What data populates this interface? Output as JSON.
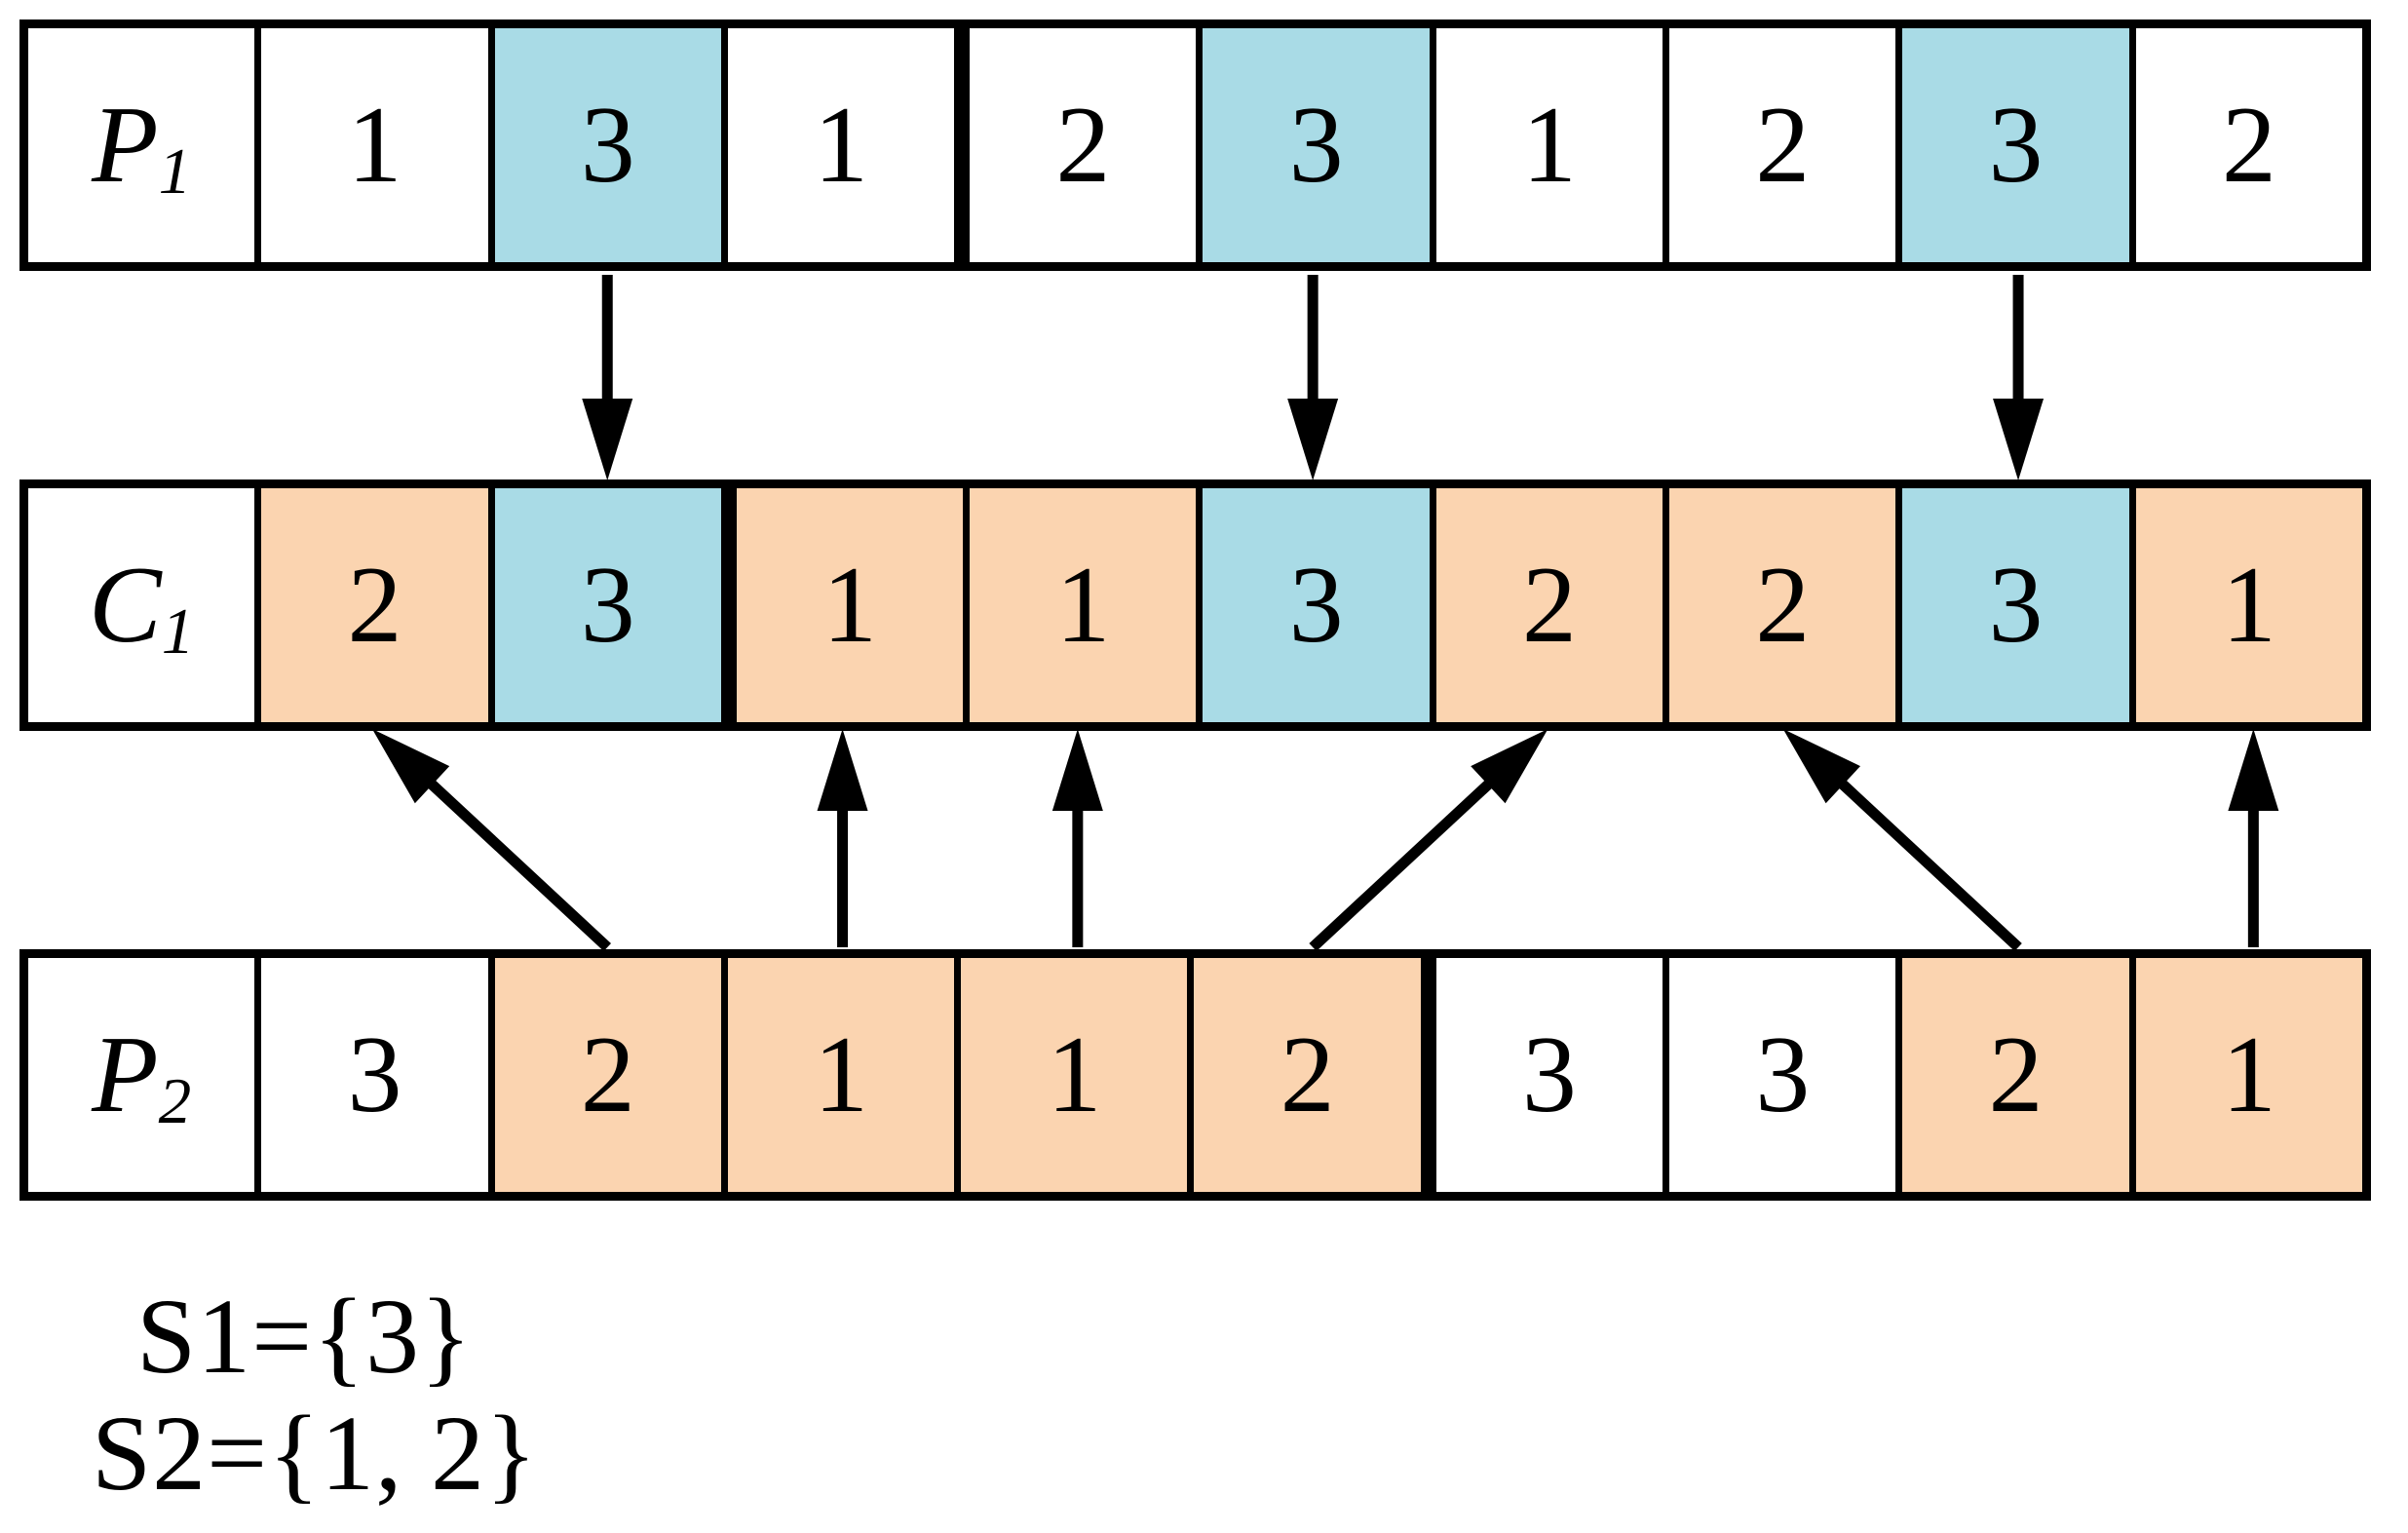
{
  "colors": {
    "highlight_blue": "#a9dbe6",
    "highlight_orange": "#fbd4b0",
    "line_black": "#000000",
    "background": "#ffffff"
  },
  "rows": [
    {
      "id": "P1",
      "label": {
        "base": "P",
        "sub": "1"
      },
      "split_before_index": 3,
      "cells": [
        {
          "value": "1",
          "highlight": "none"
        },
        {
          "value": "3",
          "highlight": "blue"
        },
        {
          "value": "1",
          "highlight": "none"
        },
        {
          "value": "2",
          "highlight": "none"
        },
        {
          "value": "3",
          "highlight": "blue"
        },
        {
          "value": "1",
          "highlight": "none"
        },
        {
          "value": "2",
          "highlight": "none"
        },
        {
          "value": "3",
          "highlight": "blue"
        },
        {
          "value": "2",
          "highlight": "none"
        }
      ]
    },
    {
      "id": "C1",
      "label": {
        "base": "C",
        "sub": "1"
      },
      "split_before_index": 2,
      "cells": [
        {
          "value": "2",
          "highlight": "orange"
        },
        {
          "value": "3",
          "highlight": "blue"
        },
        {
          "value": "1",
          "highlight": "orange"
        },
        {
          "value": "1",
          "highlight": "orange"
        },
        {
          "value": "3",
          "highlight": "blue"
        },
        {
          "value": "2",
          "highlight": "orange"
        },
        {
          "value": "2",
          "highlight": "orange"
        },
        {
          "value": "3",
          "highlight": "blue"
        },
        {
          "value": "1",
          "highlight": "orange"
        }
      ]
    },
    {
      "id": "P2",
      "label": {
        "base": "P",
        "sub": "2"
      },
      "split_before_index": 5,
      "cells": [
        {
          "value": "3",
          "highlight": "none"
        },
        {
          "value": "2",
          "highlight": "orange"
        },
        {
          "value": "1",
          "highlight": "orange"
        },
        {
          "value": "1",
          "highlight": "orange"
        },
        {
          "value": "2",
          "highlight": "orange"
        },
        {
          "value": "3",
          "highlight": "none"
        },
        {
          "value": "3",
          "highlight": "none"
        },
        {
          "value": "2",
          "highlight": "orange"
        },
        {
          "value": "1",
          "highlight": "orange"
        }
      ]
    }
  ],
  "arrows": [
    {
      "from_row": "P1",
      "from_index": 1,
      "to_row": "C1",
      "to_index": 1
    },
    {
      "from_row": "P1",
      "from_index": 4,
      "to_row": "C1",
      "to_index": 4
    },
    {
      "from_row": "P1",
      "from_index": 7,
      "to_row": "C1",
      "to_index": 7
    },
    {
      "from_row": "P2",
      "from_index": 1,
      "to_row": "C1",
      "to_index": 0
    },
    {
      "from_row": "P2",
      "from_index": 2,
      "to_row": "C1",
      "to_index": 2
    },
    {
      "from_row": "P2",
      "from_index": 3,
      "to_row": "C1",
      "to_index": 3
    },
    {
      "from_row": "P2",
      "from_index": 4,
      "to_row": "C1",
      "to_index": 5
    },
    {
      "from_row": "P2",
      "from_index": 7,
      "to_row": "C1",
      "to_index": 6
    },
    {
      "from_row": "P2",
      "from_index": 8,
      "to_row": "C1",
      "to_index": 8
    }
  ],
  "notes": {
    "s1": "S1={3}",
    "s2": "S2={1, 2}"
  }
}
